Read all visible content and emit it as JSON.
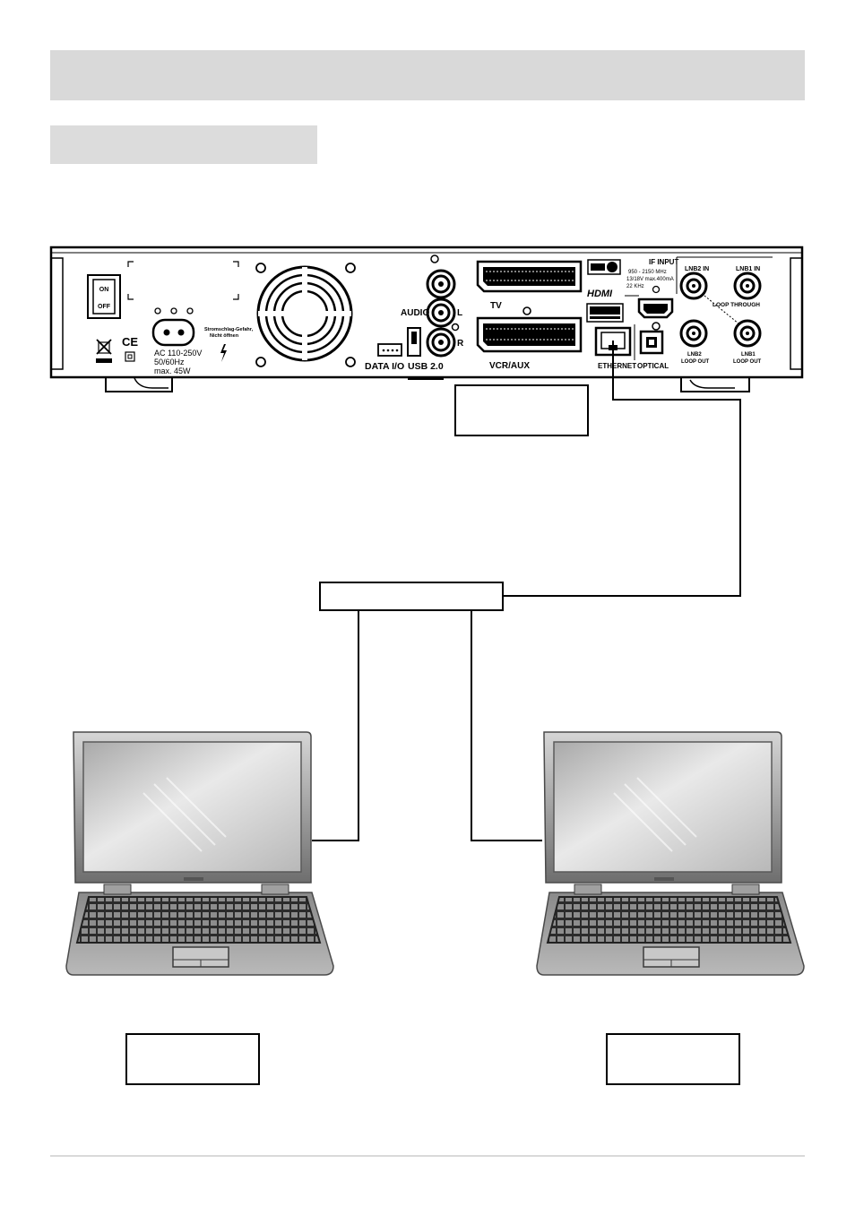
{
  "receiver": {
    "switch_on": "ON",
    "switch_off": "OFF",
    "power_rating_line1": "AC  110-250V",
    "power_rating_line2": "50/60Hz",
    "power_rating_line3": "max.  45W",
    "warning_line1": "Stromschlag-Gefahr,",
    "warning_line2": "Nicht öffnen",
    "audio_label": "AUDIO",
    "audio_left": "L",
    "audio_right": "R",
    "data_io_label": "DATA  I/O",
    "usb_label": "USB  2.0",
    "tv_label": "TV",
    "vcr_label": "VCR/AUX",
    "hdmi_label": "HDMI",
    "ethernet_label": "ETHERNET",
    "optical_label": "OPTICAL",
    "if_input_title": "IF  INPUT",
    "if_input_line1": "950  -  2150  MHz",
    "if_input_line2": "13/18V  max.400mA",
    "if_input_line3": "22  KHz",
    "lnb2_in": "LNB2  IN",
    "lnb1_in": "LNB1  IN",
    "loop_through": "LOOP THROUGH",
    "lnb2_out_line1": "LNB2",
    "lnb2_out_line2": "LOOP  OUT",
    "lnb1_out_line1": "LNB1",
    "lnb1_out_line2": "LOOP  OUT",
    "ce_mark": "CE"
  },
  "colors": {
    "device_outline": "#000000",
    "screen_gray": "#bfbfbf",
    "laptop_body": "#9a9a9a",
    "keyboard": "#3a3a3a",
    "header_bar": "#d9d9d9"
  }
}
